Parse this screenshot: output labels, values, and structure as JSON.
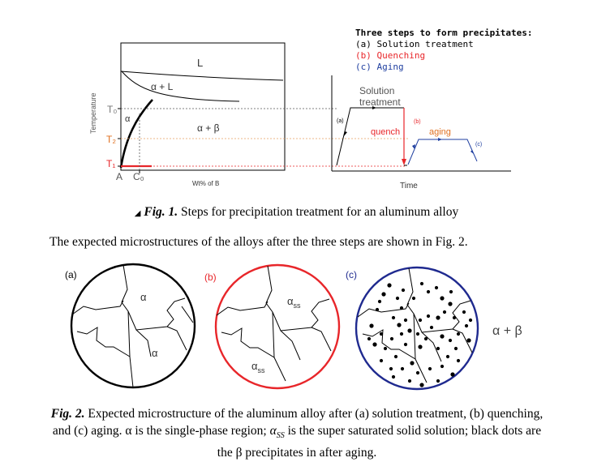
{
  "phase_diagram": {
    "y_axis_label": "Temperature",
    "x_axis_label": "Wt% of B",
    "regions": {
      "liquid": "L",
      "alpha_liquid": "α + L",
      "alpha": "α",
      "alpha_beta": "α + β"
    },
    "temps": {
      "t0": "T₀",
      "t2": "T₂",
      "t1": "T₁"
    },
    "comp_a": "A",
    "comp_c0": "C₀"
  },
  "steps_legend": {
    "heading": "Three steps to form precipitates:",
    "a": "(a) Solution treatment",
    "b": "(b) Quenching",
    "c": "(c) Aging",
    "colors": {
      "a": "#000000",
      "b": "#e8262a",
      "c": "#1f3fa0"
    }
  },
  "time_plot": {
    "x_axis_label": "Time",
    "solution_label_1": "Solution",
    "solution_label_2": "treatment",
    "quench_label": "quench",
    "aging_label": "aging",
    "mark_a": "(a)",
    "mark_b": "(b)",
    "mark_c": "(c)",
    "colors": {
      "quench": "#e8262a",
      "aging": "#e07020"
    }
  },
  "fig1_caption": {
    "label": "Fig. 1.",
    "text": " Steps for precipitation treatment for an aluminum alloy"
  },
  "paragraph": "The expected microstructures of the alloys after the three steps are shown in Fig. 2.",
  "micro": {
    "a_label": "(a)",
    "b_label": "(b)",
    "c_label": "(c)",
    "alpha": "α",
    "alpha_ss_base": "α",
    "alpha_ss_sub": "ss",
    "alpha_beta": "α + β",
    "colors": {
      "a": "#000000",
      "b": "#e8262a",
      "c": "#1f2a8f"
    }
  },
  "fig2_caption": {
    "label": "Fig. 2.",
    "text1": " Expected microstructure of the aluminum alloy after (a) solution treatment, (b) quenching, and (c) aging. α is the single-phase region; ",
    "ss_base": "α",
    "ss_sub": "SS",
    "text2": " is the super saturated solid solution; black dots are the β precipitates in after aging."
  }
}
